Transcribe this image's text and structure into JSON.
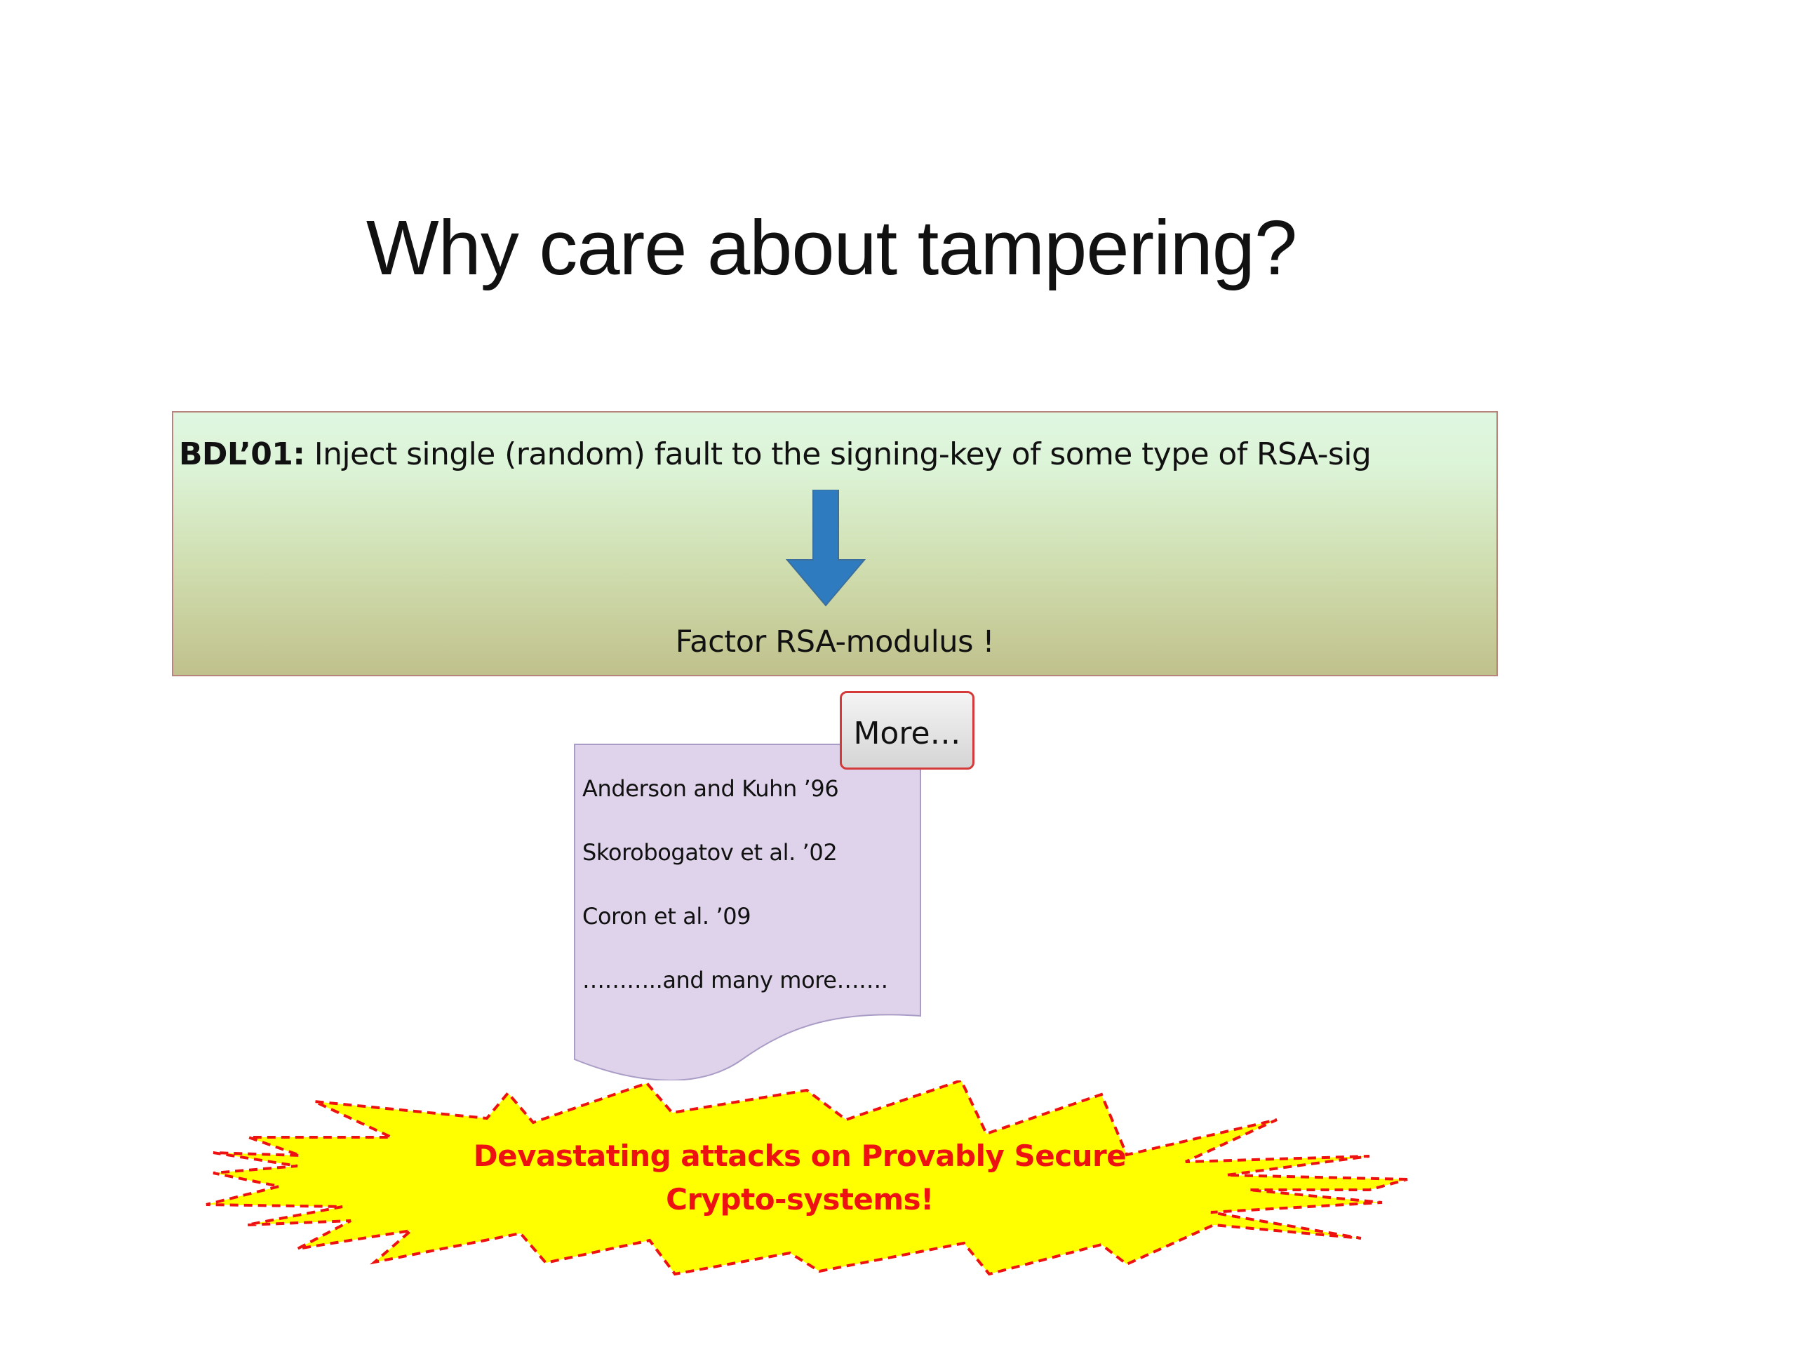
{
  "slide": {
    "title": "Why care about tampering?",
    "claim": {
      "label": "BDL’01:",
      "text": "Inject single (random) fault to the signing-key of some type of RSA-sig",
      "result": "Factor RSA-modulus !"
    },
    "more_label": "More…",
    "references": [
      "Anderson and Kuhn ’96",
      "Skorobogatov et al. ’02",
      "Coron et al. ’09",
      "………..and many more……."
    ],
    "burst": {
      "line1": "Devastating attacks on Provably Secure",
      "line2": "Crypto-systems!"
    }
  },
  "colors": {
    "arrow": "#2f7bbf",
    "doc_fill": "#ded3ea",
    "burst_fill": "#ffff00",
    "burst_outline": "#ee1111",
    "callout_border": "#d43a3a"
  },
  "icons": {
    "arrow": "down-arrow-icon",
    "burst": "explosion-burst-shape"
  }
}
